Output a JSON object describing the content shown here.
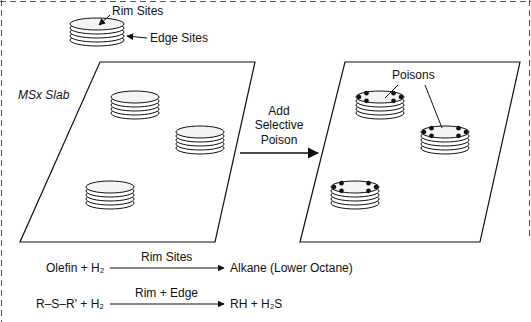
{
  "diagram": {
    "labels": [
      "Rim Sites",
      "Edge Sites",
      "MSx Slab",
      "Poisons",
      "Add Selective Poison",
      "Olefin + H₂",
      "Rim Sites",
      "Alkane (Lower Octane)",
      "R–S–R' + H₂",
      "Rim + Edge",
      "RH + H₂S"
    ]
  }
}
